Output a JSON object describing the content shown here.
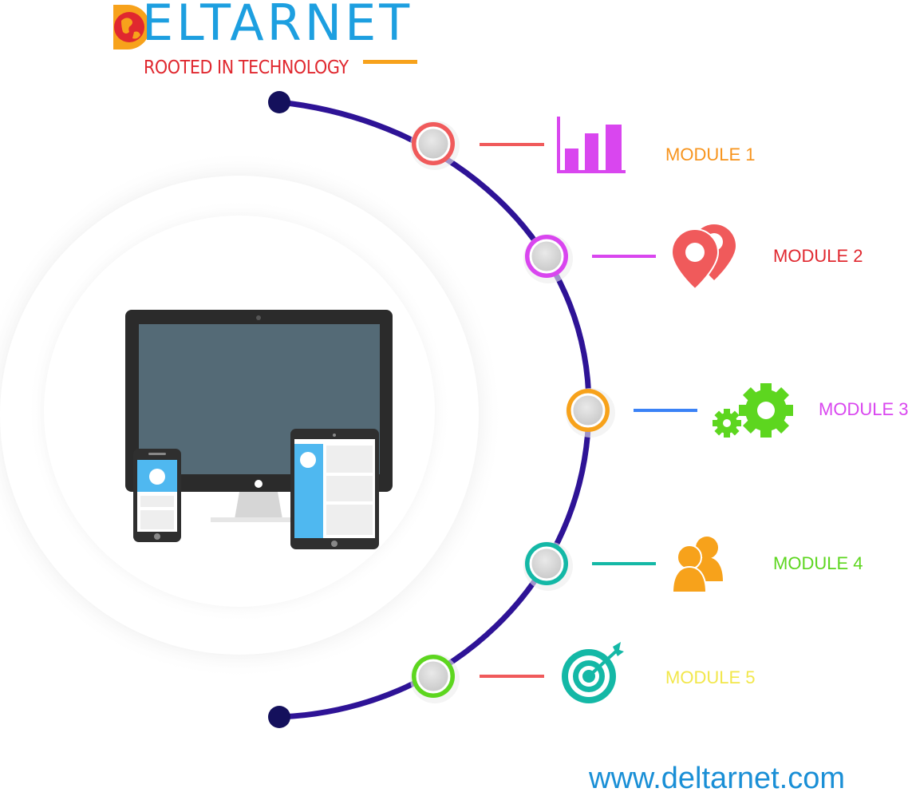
{
  "brand": {
    "name_rest": "ELTARNET",
    "tagline": "ROOTED IN TECHNOLOGY",
    "website": "www.deltarnet.com"
  },
  "modules": [
    {
      "label": "MODULE 1",
      "icon": "bar-chart-icon",
      "ring_color": "#f05a5b",
      "connector_color": "#f05a5b",
      "label_color": "#f7941d",
      "icon_color": "#d946ef"
    },
    {
      "label": "MODULE 2",
      "icon": "location-pins-icon",
      "ring_color": "#d946ef",
      "connector_color": "#d946ef",
      "label_color": "#e0282f",
      "icon_color": "#f05a5b"
    },
    {
      "label": "MODULE 3",
      "icon": "gears-icon",
      "ring_color": "#f7a21b",
      "connector_color": "#3b82f6",
      "label_color": "#d946ef",
      "icon_color": "#5dd61f"
    },
    {
      "label": "MODULE 4",
      "icon": "users-icon",
      "ring_color": "#14b8a6",
      "connector_color": "#14b8a6",
      "label_color": "#5dd61f",
      "icon_color": "#f7a21b"
    },
    {
      "label": "MODULE 5",
      "icon": "target-icon",
      "ring_color": "#5dd61f",
      "connector_color": "#f05a5b",
      "label_color": "#f2e74b",
      "icon_color": "#14b8a6"
    }
  ],
  "colors": {
    "arc": "#2e1396",
    "arc_endpoint": "#14105c",
    "logo_blue": "#1d9fe0",
    "logo_orange": "#f7a21b",
    "tagline_red": "#e0282f",
    "monitor_frame": "#2b2b2b",
    "monitor_screen": "#546a76",
    "device_accent": "#4fb8f0"
  }
}
